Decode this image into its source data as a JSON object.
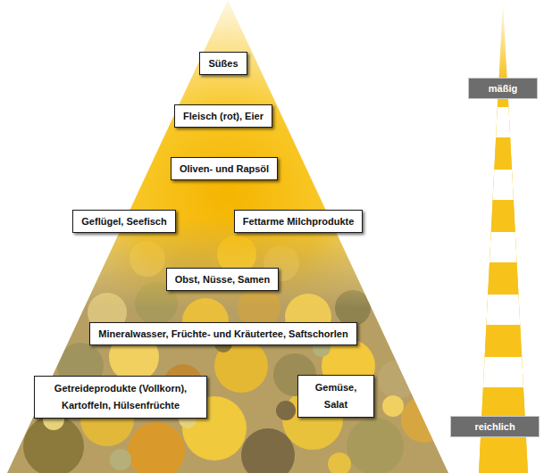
{
  "diagram": {
    "nodes": [
      {
        "text": [
          "Süßes"
        ]
      },
      {
        "text": [
          "Fleisch (rot), Eier"
        ]
      },
      {
        "text": [
          "Oliven- und Rapsöl"
        ]
      },
      {
        "text": [
          "Geflügel, Seefisch"
        ]
      },
      {
        "text": [
          "Fettarme Milchprodukte"
        ]
      },
      {
        "text": [
          "Obst, Nüsse, Samen"
        ]
      },
      {
        "text": [
          "Mineralwasser, Früchte- und Kräutertee, Saftschorlen"
        ]
      },
      {
        "text": [
          "Getreideprodukte (Vollkorn), Kartoffeln, Hülsenfrüchte"
        ]
      },
      {
        "text": [
          "Gemüse, Salat"
        ]
      },
      {
        "text": [
          "mäßig"
        ]
      },
      {
        "text": [
          "reichlich"
        ]
      }
    ]
  }
}
